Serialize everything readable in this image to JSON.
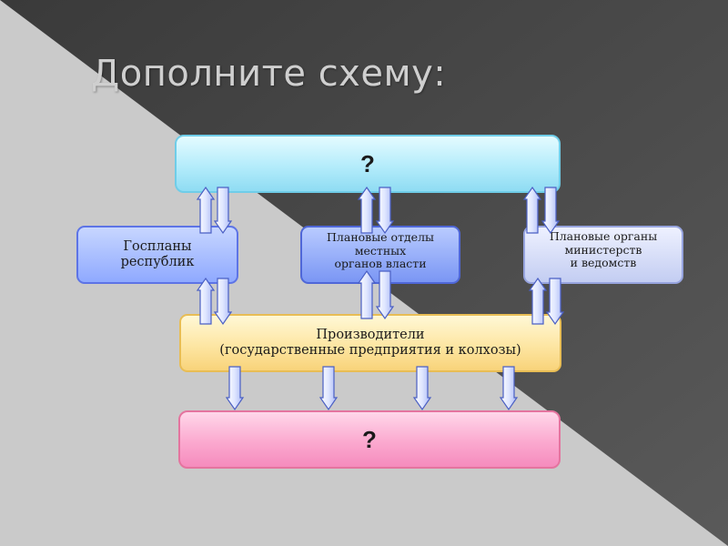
{
  "title": "Дополните схему:",
  "top_box": "?",
  "bottom_box": "?",
  "gosplany": "Госпланы\nреспублик",
  "otdely": "Плановые отделы\nместных\nорганов власти",
  "organy": "Плановые органы\nминистерств\nи ведомств",
  "producers": "Производители\n(государственные предприятия и колхозы)",
  "colors": {
    "bg_light": "#c9c9c9",
    "bg_dark": "#4a4a4a",
    "arrow_fill": "#dfe6ff",
    "arrow_stroke": "#4a5fc4"
  }
}
